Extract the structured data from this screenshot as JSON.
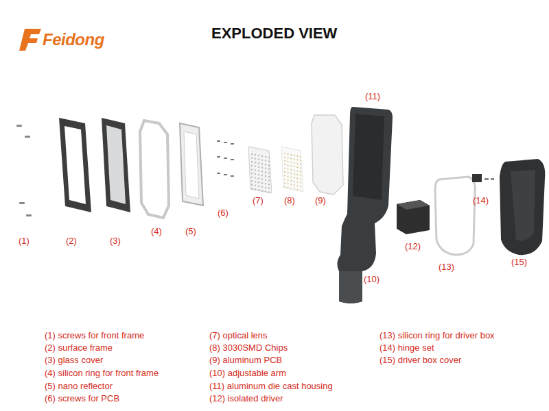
{
  "diagram": {
    "title": "EXPLODED VIEW",
    "labels": [
      "Feidong",
      "(1)",
      "(2)",
      "(3)",
      "(4)",
      "(5)",
      "(6)",
      "(7)",
      "(8)",
      "(9)",
      "(11)",
      "(12)",
      "(13)",
      "(14)",
      "(15)",
      "(10)",
      "(1) screws for front frame",
      "(2) surface frame",
      "(3) glass cover",
      "(4) silicon ring for front frame",
      "(5) nano reflector",
      "(6) screws for PCB",
      "(7) optical lens",
      "(8) 3030SMD Chips",
      "(9) aluminum PCB",
      "(10) adjustable arm",
      "(11) aluminum die cast housing",
      "(12) isolated driver",
      "(13) silicon ring for driver box",
      "(14) hinge set",
      "(15) driver box cover"
    ]
  }
}
